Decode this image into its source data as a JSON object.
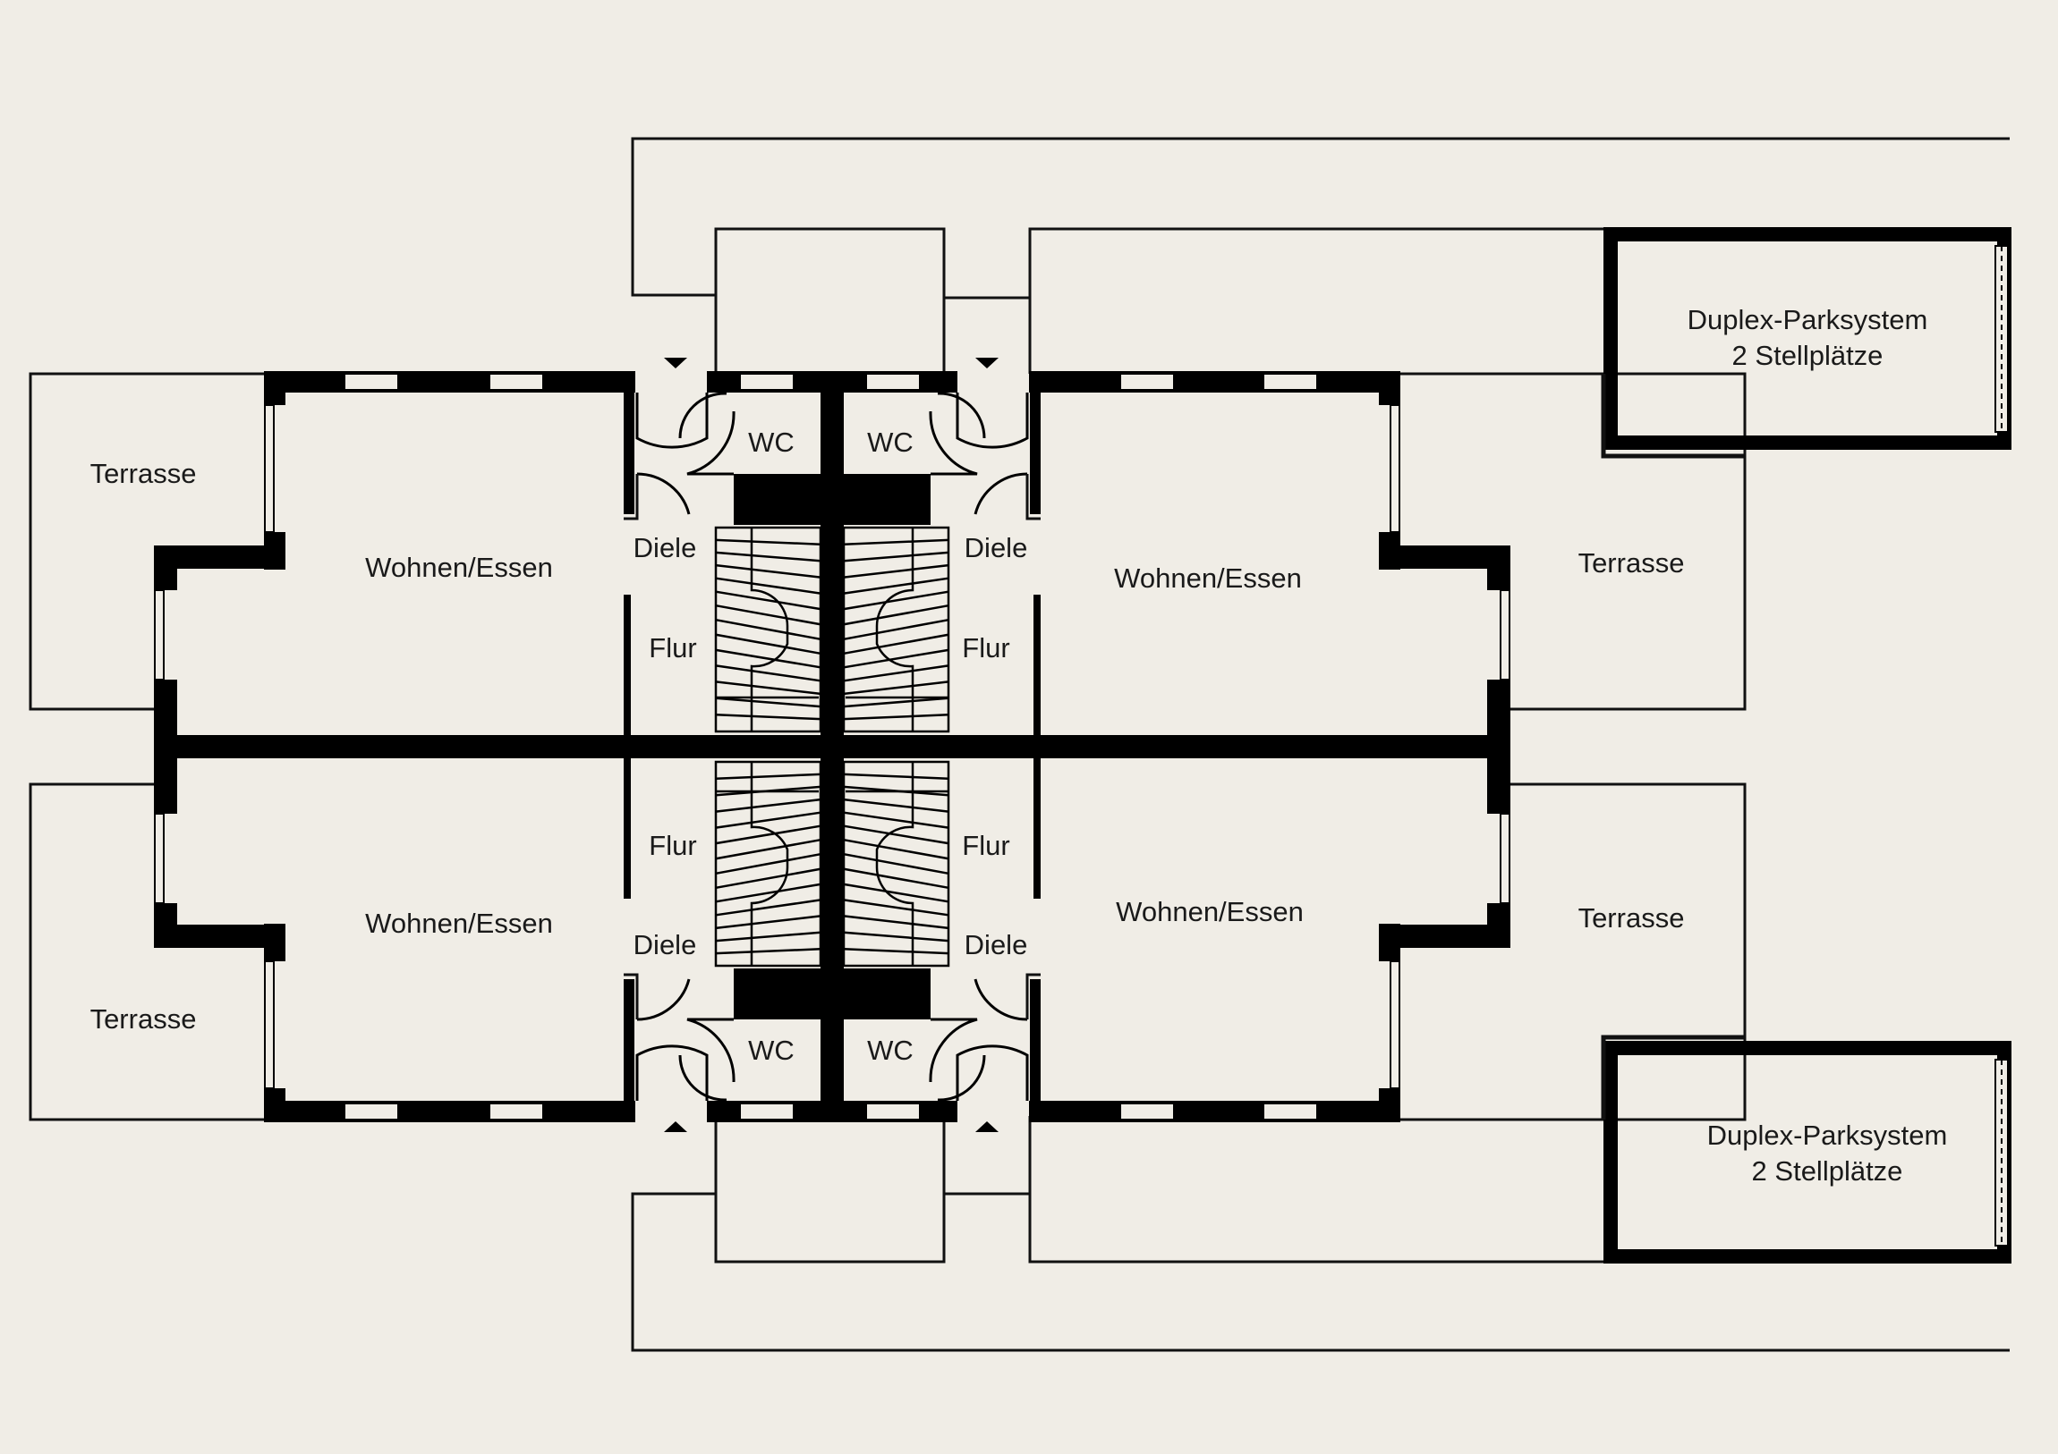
{
  "colors": {
    "background": "#f0ede6",
    "ink": "#000000"
  },
  "rooms": {
    "terrasse_top_left": "Terrasse",
    "terrasse_bottom_left": "Terrasse",
    "terrasse_top_right": "Terrasse",
    "terrasse_bottom_right": "Terrasse",
    "wohnen_top_left": "Wohnen/Essen",
    "wohnen_bottom_left": "Wohnen/Essen",
    "wohnen_top_right": "Wohnen/Essen",
    "wohnen_bottom_right": "Wohnen/Essen",
    "diele_top_left": "Diele",
    "diele_top_right": "Diele",
    "diele_bottom_left": "Diele",
    "diele_bottom_right": "Diele",
    "flur_top_left": "Flur",
    "flur_top_right": "Flur",
    "flur_bottom_left": "Flur",
    "flur_bottom_right": "Flur",
    "wc_top_left": "WC",
    "wc_top_right": "WC",
    "wc_bottom_left": "WC",
    "wc_bottom_right": "WC"
  },
  "parking": {
    "top": {
      "line1": "Duplex-Parksystem",
      "line2": "2 Stellplätze"
    },
    "bottom": {
      "line1": "Duplex-Parksystem",
      "line2": "2 Stellplätze"
    }
  }
}
